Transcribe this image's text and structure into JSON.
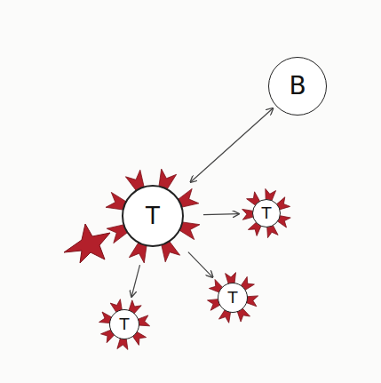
{
  "diagram": {
    "nodes": [
      {
        "text": [
          "B"
        ]
      },
      {
        "text": [
          "T"
        ]
      },
      {
        "text": [
          "T"
        ]
      },
      {
        "text": [
          "T"
        ]
      },
      {
        "text": [
          "T"
        ]
      }
    ],
    "edges": [
      {
        "from": 1,
        "to": 0,
        "arrow": "both"
      },
      {
        "from": 1,
        "to": 2,
        "arrow": "to"
      },
      {
        "from": 1,
        "to": 3,
        "arrow": "to"
      },
      {
        "from": 1,
        "to": 4,
        "arrow": "to"
      }
    ]
  }
}
